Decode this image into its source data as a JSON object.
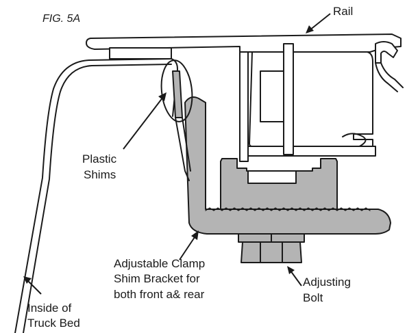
{
  "figure": {
    "fig_label": "FIG. 5A",
    "labels": {
      "rail": "Rail",
      "shims": [
        "Plastic",
        "Shims"
      ],
      "bracket": [
        "Adjustable Clamp",
        "Shim Bracket for",
        "both front a& rear"
      ],
      "bolt": [
        "Adjusting",
        "Bolt"
      ],
      "truck_bed": [
        "Inside of",
        "Truck Bed"
      ]
    }
  }
}
